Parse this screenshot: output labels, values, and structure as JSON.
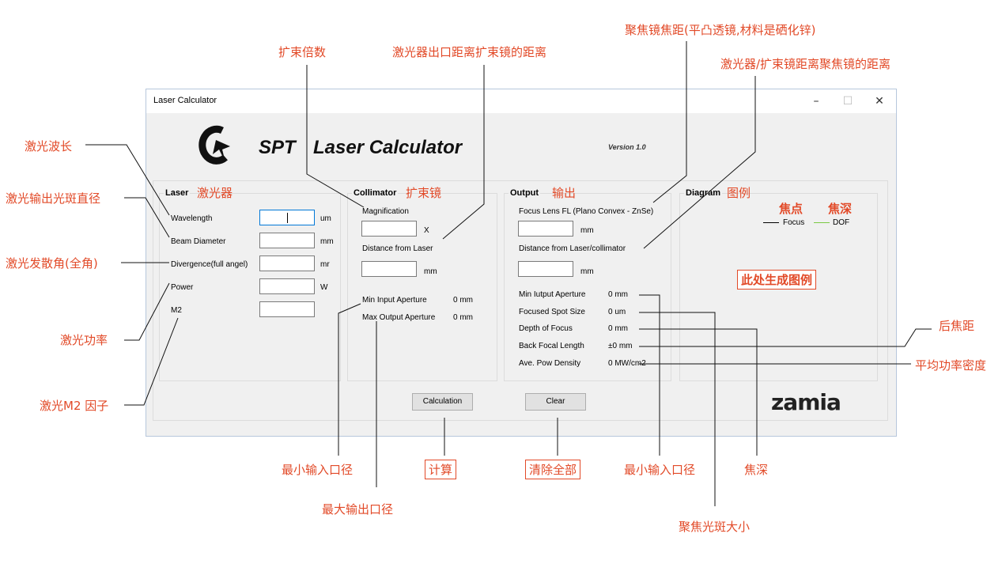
{
  "window": {
    "title": "Laser Calculator",
    "minimize_glyph": "–",
    "maximize_glyph": "☐",
    "close_glyph": "✕"
  },
  "header": {
    "logo_text": "SPT",
    "app_title": "Laser Calculator",
    "version": "Version 1.0"
  },
  "laser": {
    "title": "Laser",
    "wavelength_label": "Wavelength",
    "wavelength_unit": "um",
    "beam_label": "Beam Diameter",
    "beam_unit": "mm",
    "divergence_label": "Divergence(full angel)",
    "divergence_unit": "mr",
    "power_label": "Power",
    "power_unit": "W",
    "m2_label": "M2"
  },
  "collimator": {
    "title": "Collimator",
    "magnification_label": "Magnification",
    "magnification_unit": "X",
    "distance_label": "Distance from Laser",
    "distance_unit": "mm",
    "min_aperture_label": "Min Input Aperture",
    "min_aperture_value": "0 mm",
    "max_aperture_label": "Max Output Aperture",
    "max_aperture_value": "0 mm"
  },
  "output": {
    "title": "Output",
    "focus_lens_label": "Focus Lens FL (Plano Convex - ZnSe)",
    "focus_lens_unit": "mm",
    "distance_label": "Distance from Laser/collimator",
    "distance_unit": "mm",
    "rows": [
      {
        "label": "Min Iutput Aperture",
        "value": "0 mm"
      },
      {
        "label": "Focused Spot Size",
        "value": "0 um"
      },
      {
        "label": "Depth of Focus",
        "value": "0 mm"
      },
      {
        "label": "Back Focal Length",
        "value": "±0 mm"
      },
      {
        "label": "Ave. Pow Density",
        "value": "0 MW/cm2"
      }
    ]
  },
  "diagram": {
    "title": "Diagram",
    "legend_focus": "Focus",
    "legend_dof": "DOF",
    "focus_color": "#000000",
    "dof_color": "#7ac943"
  },
  "buttons": {
    "calculation": "Calculation",
    "clear": "Clear"
  },
  "brand": "zamia",
  "annotations": {
    "magnification": "扩束倍数",
    "laser_to_collimator": "激光器出口距离扩束镜的距离",
    "focus_lens": "聚焦镜焦距(平凸透镜,材料是硒化锌)",
    "distance_to_focus": "激光器/扩束镜距离聚焦镜的距离",
    "wavelength": "激光波长",
    "beam_diameter": "激光输出光斑直径",
    "divergence": "激光发散角(全角)",
    "power": "激光功率",
    "m2": "激光M2 因子",
    "laser_group": "激光器",
    "collimator_group": "扩束镜",
    "output_group": "输出",
    "diagram_group": "图例",
    "focus_point": "焦点",
    "depth": "焦深",
    "diagram_placeholder": "此处生成图例",
    "back_focal": "后焦距",
    "avg_density": "平均功率密度",
    "min_input": "最小输入口径",
    "calculate": "计算",
    "clear_all": "清除全部",
    "min_input2": "最小输入口径",
    "dof": "焦深",
    "max_output": "最大输出口径",
    "focused_spot": "聚焦光斑大小"
  }
}
